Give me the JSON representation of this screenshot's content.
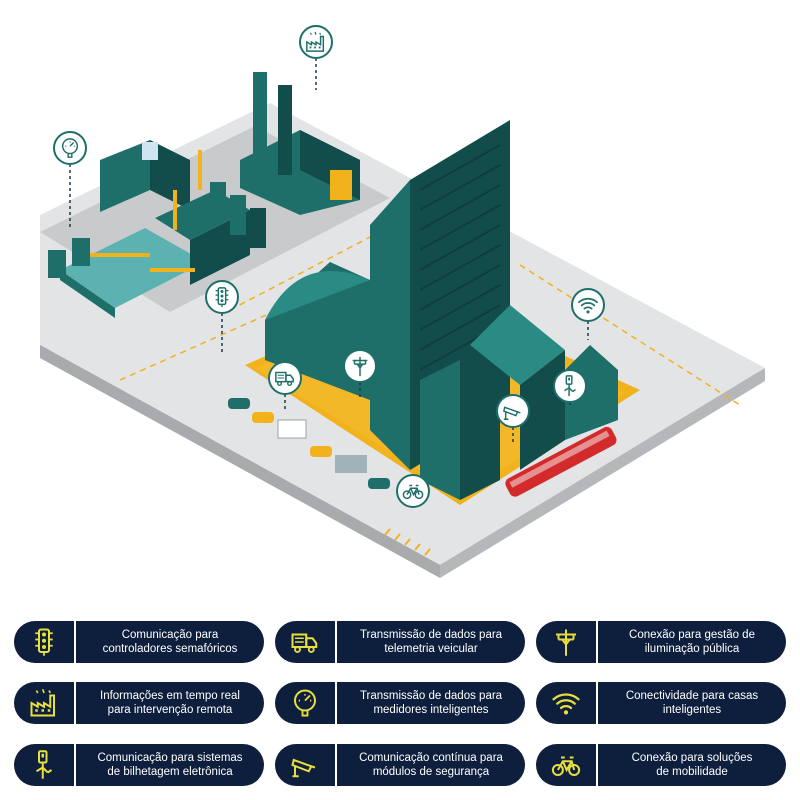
{
  "colors": {
    "teal": "#1e6f6a",
    "teal_dark": "#134d4b",
    "yellow": "#f2b21b",
    "navy": "#0e1f3d",
    "icon_yellow": "#e8df3c",
    "ground": "#d7d8da",
    "bus_red": "#d32b2b"
  },
  "map_markers": [
    {
      "icon": "factory-icon"
    },
    {
      "icon": "pressure-gauge-icon"
    },
    {
      "icon": "traffic-light-icon"
    },
    {
      "icon": "wifi-icon"
    },
    {
      "icon": "truck-telemetry-icon"
    },
    {
      "icon": "streetlight-pole-icon"
    },
    {
      "icon": "security-camera-icon"
    },
    {
      "icon": "ticket-validator-icon"
    },
    {
      "icon": "bicycle-icon"
    }
  ],
  "legend": [
    {
      "icon": "traffic-light-icon",
      "label": "Comunicação para\ncontroladores semafóricos"
    },
    {
      "icon": "truck-telemetry-icon",
      "label": "Transmissão de dados para\ntelemetria veicular"
    },
    {
      "icon": "streetlight-pole-icon",
      "label": "Conexão para gestão de\niluminação pública"
    },
    {
      "icon": "factory-icon",
      "label": "Informações em tempo real\npara intervenção remota"
    },
    {
      "icon": "pressure-gauge-icon",
      "label": "Transmissão de dados para\nmedidores inteligentes"
    },
    {
      "icon": "wifi-icon",
      "label": "Conectividade para casas\ninteligentes"
    },
    {
      "icon": "ticket-validator-icon",
      "label": "Comunicação para sistemas\nde bilhetagem eletrônica"
    },
    {
      "icon": "security-camera-icon",
      "label": "Comunicação contínua para\nmódulos de segurança"
    },
    {
      "icon": "bicycle-icon",
      "label": "Conexão para soluções\nde mobilidade"
    }
  ]
}
